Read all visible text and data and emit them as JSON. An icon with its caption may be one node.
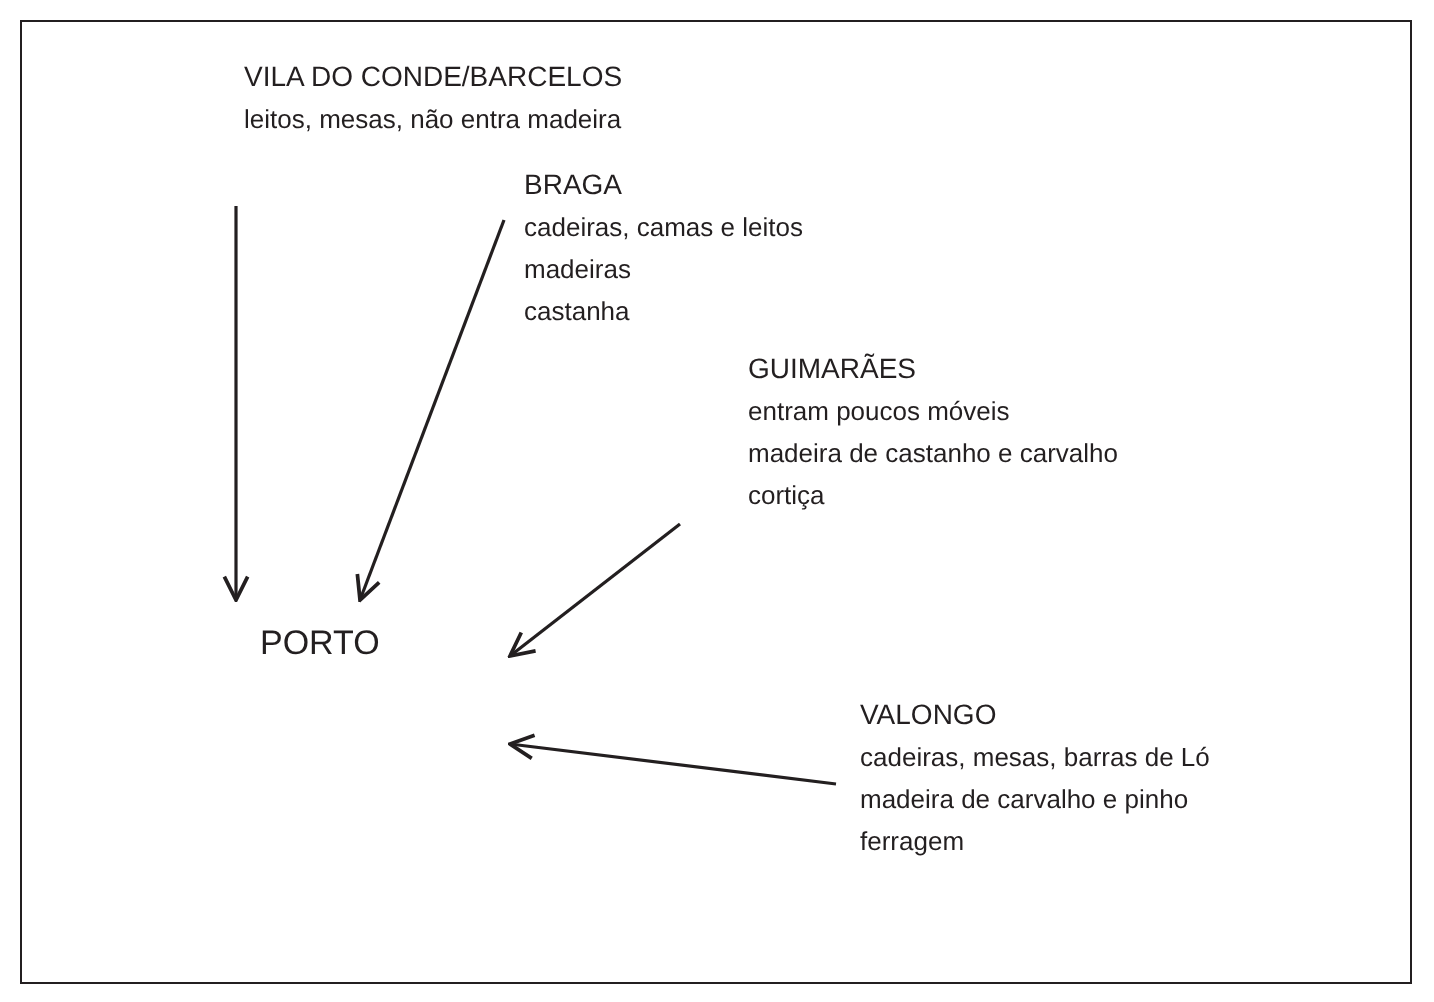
{
  "diagram": {
    "nodes": [
      {
        "text": [
          "VILA DO CONDE/BARCELOS",
          "leitos, mesas, não entra madeira"
        ]
      },
      {
        "text": [
          "BRAGA",
          "cadeiras, camas e leitos",
          "madeiras",
          "castanha"
        ]
      },
      {
        "text": [
          "GUIMARÃES",
          "entram poucos móveis",
          "madeira de castanho e carvalho",
          "cortiça"
        ]
      },
      {
        "text": [
          "PORTO"
        ]
      },
      {
        "text": [
          "VALONGO",
          "cadeiras, mesas, barras de Ló",
          "madeira de carvalho e pinho",
          "ferragem"
        ]
      }
    ],
    "edges": [
      {
        "from": 0,
        "to": 3,
        "arrow": "to"
      },
      {
        "from": 1,
        "to": 3,
        "arrow": "to"
      },
      {
        "from": 2,
        "to": 3,
        "arrow": "to"
      },
      {
        "from": 4,
        "to": 3,
        "arrow": "to"
      }
    ]
  }
}
